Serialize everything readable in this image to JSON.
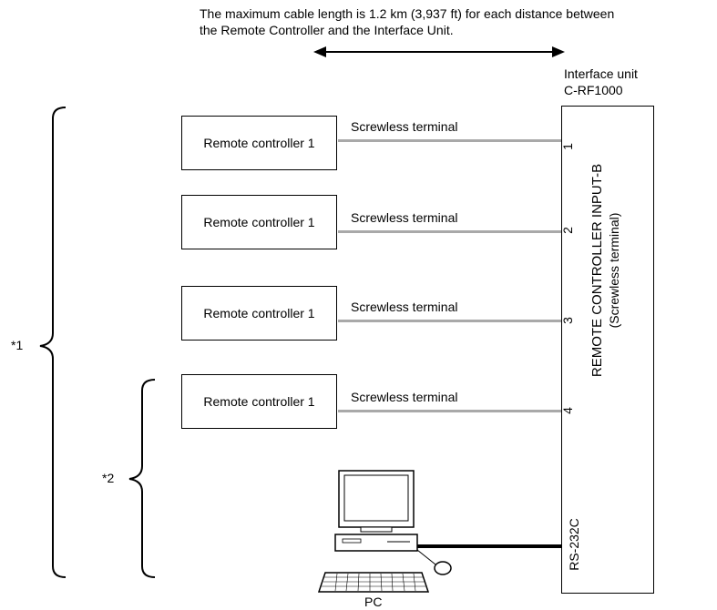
{
  "note": {
    "line1": "The maximum cable length is 1.2 km (3,937 ft) for each distance between",
    "line2": "the Remote Controller and the Interface Unit."
  },
  "interface_unit": {
    "label_line1": "Interface unit",
    "label_line2": "C-RF1000",
    "input_title": "REMOTE CONTROLLER INPUT-B",
    "input_subtitle": "(Screwless terminal)",
    "serial_port": "RS-232C"
  },
  "remote_controllers": [
    {
      "label": "Remote controller 1",
      "terminal": "Screwless terminal",
      "port": "1"
    },
    {
      "label": "Remote controller 1",
      "terminal": "Screwless terminal",
      "port": "2"
    },
    {
      "label": "Remote controller 1",
      "terminal": "Screwless terminal",
      "port": "3"
    },
    {
      "label": "Remote controller 1",
      "terminal": "Screwless terminal",
      "port": "4"
    }
  ],
  "pc_label": "PC",
  "brackets": {
    "outer": "*1",
    "inner": "*2"
  },
  "colors": {
    "cable": "#a9a9a9",
    "serial_cable": "#000000"
  }
}
